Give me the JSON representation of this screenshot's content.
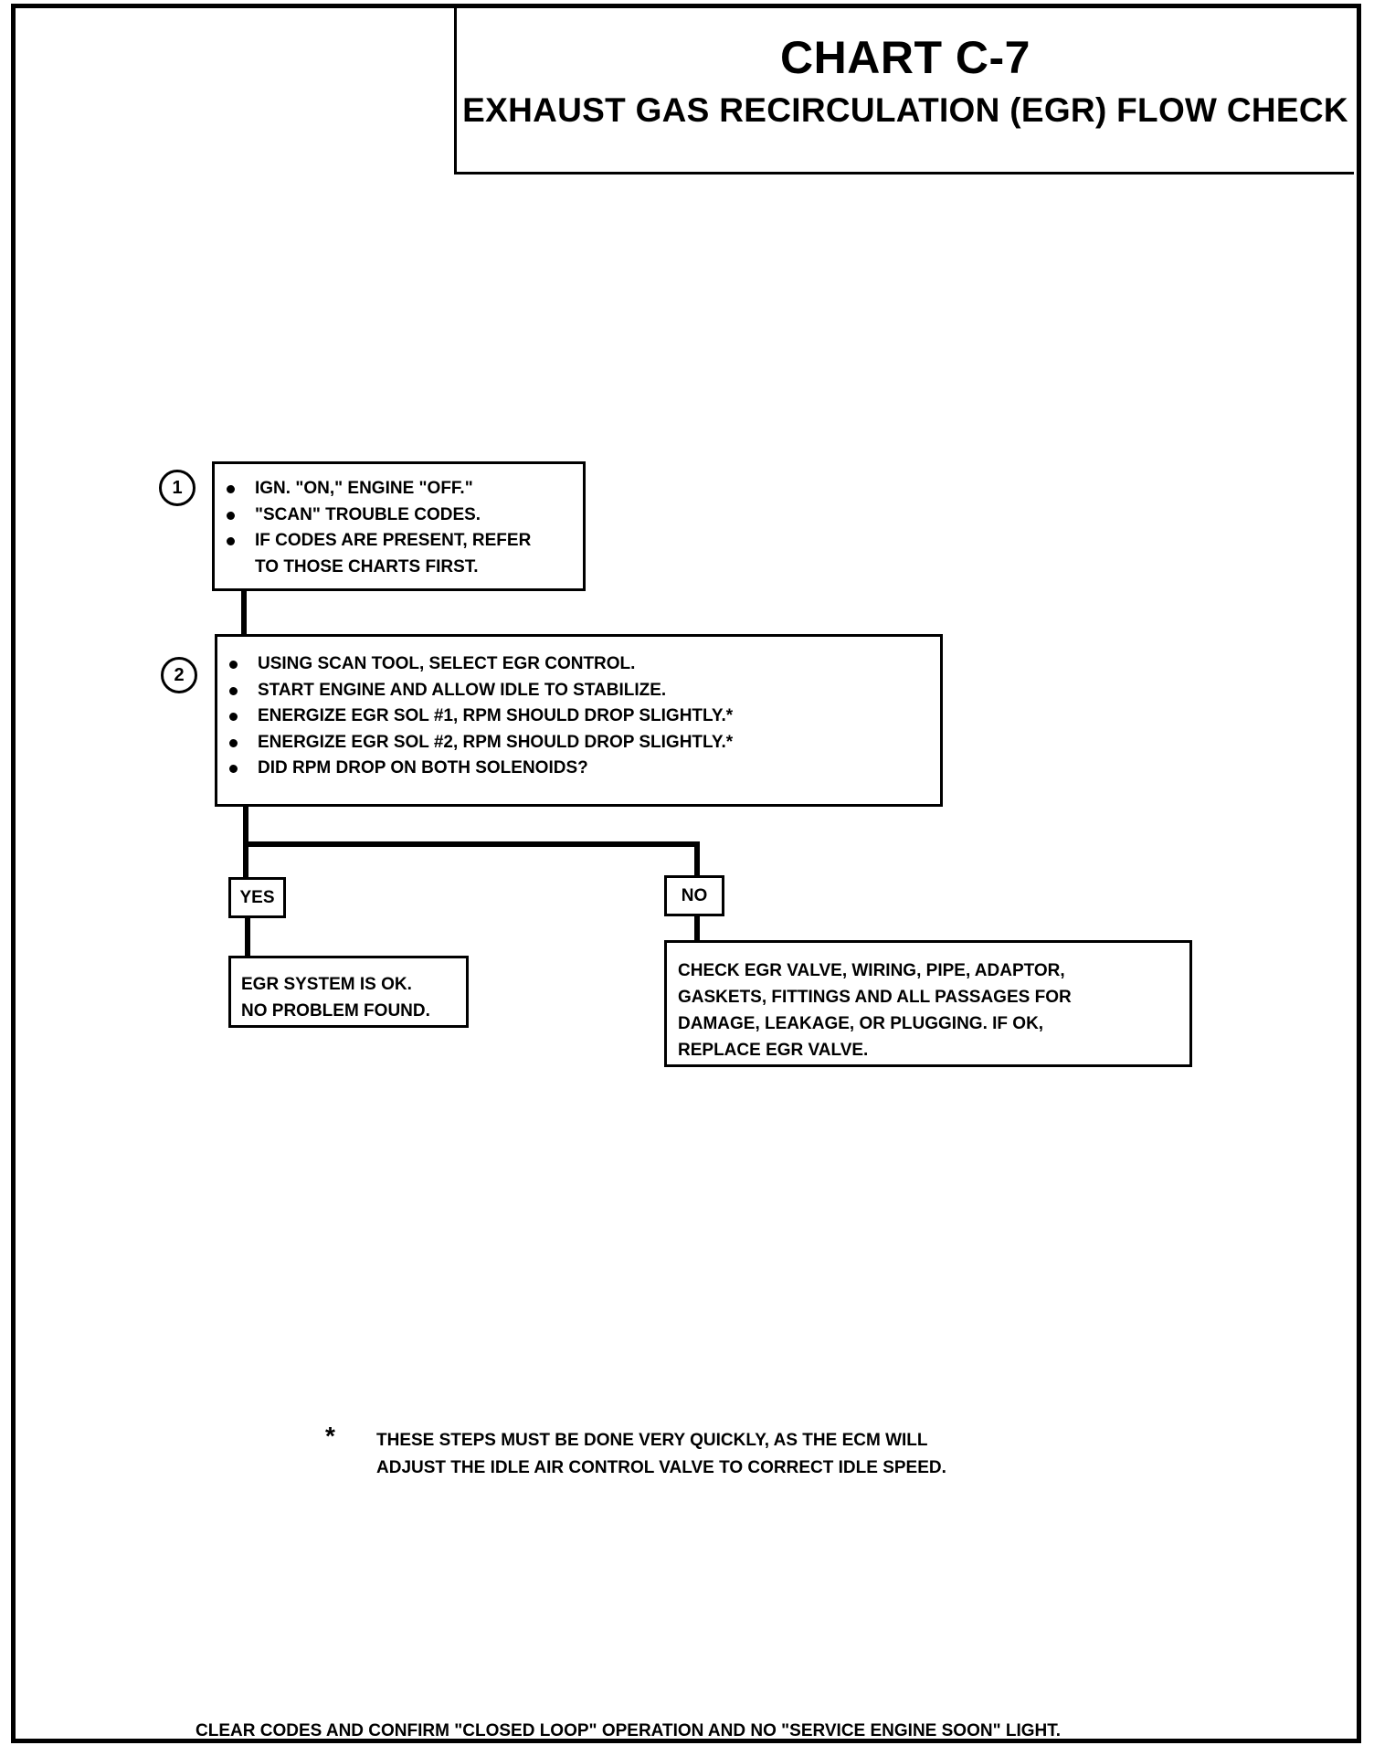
{
  "header": {
    "title": "CHART C-7",
    "subtitle": "EXHAUST GAS RECIRCULATION (EGR) FLOW CHECK"
  },
  "step1": {
    "number": "1",
    "items": [
      "IGN. \"ON,\" ENGINE \"OFF.\"",
      "\"SCAN\" TROUBLE CODES.",
      "IF CODES ARE PRESENT, REFER"
    ],
    "item3_continued": "TO THOSE CHARTS FIRST."
  },
  "step2": {
    "number": "2",
    "items": [
      "USING SCAN TOOL, SELECT EGR CONTROL.",
      "START ENGINE AND ALLOW IDLE TO STABILIZE.",
      "ENERGIZE EGR SOL #1, RPM SHOULD DROP SLIGHTLY.*",
      "ENERGIZE EGR SOL #2, RPM SHOULD DROP SLIGHTLY.*",
      "DID RPM DROP ON BOTH SOLENOIDS?"
    ]
  },
  "branches": {
    "yes_label": "YES",
    "no_label": "NO",
    "yes_result": "EGR SYSTEM IS OK.\nNO PROBLEM FOUND.",
    "no_result": "CHECK EGR VALVE, WIRING, PIPE, ADAPTOR,\nGASKETS, FITTINGS AND ALL PASSAGES FOR\nDAMAGE, LEAKAGE, OR PLUGGING.  IF OK,\nREPLACE EGR VALVE."
  },
  "footnote": {
    "marker": "*",
    "text": "THESE STEPS MUST BE DONE  VERY QUICKLY, AS THE ECM WILL\nADJUST THE IDLE AIR CONTROL VALVE TO CORRECT IDLE SPEED."
  },
  "bottom_note": "CLEAR CODES AND CONFIRM \"CLOSED LOOP\" OPERATION AND NO \"SERVICE ENGINE SOON\" LIGHT."
}
